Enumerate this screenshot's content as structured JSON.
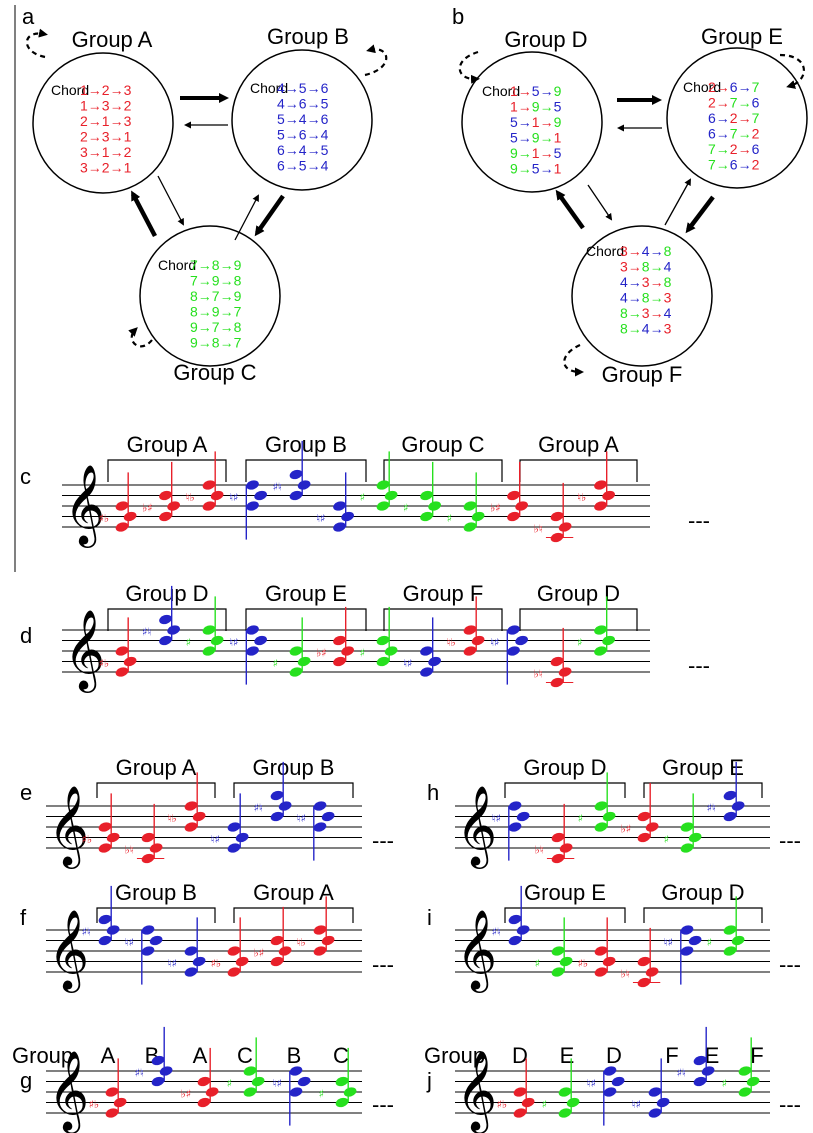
{
  "panels": {
    "a": "a",
    "b": "b",
    "c": "c",
    "d": "d",
    "e": "e",
    "f": "f",
    "g": "g",
    "h": "h",
    "i": "i",
    "j": "j"
  },
  "chord_word": "Chord",
  "group_word": "Group",
  "ellipsis": "---",
  "colors": {
    "red": "#e8202a",
    "blue": "#2424c8",
    "green": "#26e01e",
    "black": "#000000"
  },
  "icons": [
    "treble-clef-icon",
    "self-loop-arrow-icon",
    "transition-arrow-icon",
    "accidental-icon"
  ],
  "diagram_a": {
    "groups": [
      {
        "label": "Group A",
        "show_chord_label": true,
        "chords": [
          [
            "1",
            "2",
            "3"
          ],
          [
            "1",
            "3",
            "2"
          ],
          [
            "2",
            "1",
            "3"
          ],
          [
            "2",
            "3",
            "1"
          ],
          [
            "3",
            "1",
            "2"
          ],
          [
            "3",
            "2",
            "1"
          ]
        ]
      },
      {
        "label": "Group B",
        "show_chord_label": true,
        "chords": [
          [
            "4",
            "5",
            "6"
          ],
          [
            "4",
            "6",
            "5"
          ],
          [
            "5",
            "4",
            "6"
          ],
          [
            "5",
            "6",
            "4"
          ],
          [
            "6",
            "4",
            "5"
          ],
          [
            "6",
            "5",
            "4"
          ]
        ]
      },
      {
        "label": "Group C",
        "show_chord_label": true,
        "chords": [
          [
            "7",
            "8",
            "9"
          ],
          [
            "7",
            "9",
            "8"
          ],
          [
            "8",
            "7",
            "9"
          ],
          [
            "8",
            "9",
            "7"
          ],
          [
            "9",
            "7",
            "8"
          ],
          [
            "9",
            "8",
            "7"
          ]
        ]
      }
    ]
  },
  "diagram_b": {
    "groups": [
      {
        "label": "Group D",
        "show_chord_label": true,
        "chords": [
          [
            "1",
            "5",
            "9"
          ],
          [
            "1",
            "9",
            "5"
          ],
          [
            "5",
            "1",
            "9"
          ],
          [
            "5",
            "9",
            "1"
          ],
          [
            "9",
            "1",
            "5"
          ],
          [
            "9",
            "5",
            "1"
          ]
        ]
      },
      {
        "label": "Group E",
        "show_chord_label": true,
        "chords": [
          [
            "2",
            "6",
            "7"
          ],
          [
            "2",
            "7",
            "6"
          ],
          [
            "6",
            "2",
            "7"
          ],
          [
            "6",
            "7",
            "2"
          ],
          [
            "7",
            "2",
            "6"
          ],
          [
            "7",
            "6",
            "2"
          ]
        ]
      },
      {
        "label": "Group F",
        "show_chord_label": true,
        "chords": [
          [
            "3",
            "4",
            "8"
          ],
          [
            "3",
            "8",
            "4"
          ],
          [
            "4",
            "3",
            "8"
          ],
          [
            "4",
            "8",
            "3"
          ],
          [
            "8",
            "3",
            "4"
          ],
          [
            "8",
            "4",
            "3"
          ]
        ]
      }
    ]
  },
  "sequence_c": [
    "Group A",
    "Group B",
    "Group C",
    "Group A"
  ],
  "sequence_d": [
    "Group D",
    "Group E",
    "Group F",
    "Group D"
  ],
  "sequence_e": [
    "Group A",
    "Group B"
  ],
  "sequence_f": [
    "Group B",
    "Group A"
  ],
  "sequence_h": [
    "Group D",
    "Group E"
  ],
  "sequence_i": [
    "Group E",
    "Group D"
  ],
  "sequence_g": [
    "A",
    "B",
    "A",
    "C",
    "B",
    "C"
  ],
  "sequence_j": [
    "D",
    "E",
    "D",
    "F",
    "E",
    "F"
  ]
}
